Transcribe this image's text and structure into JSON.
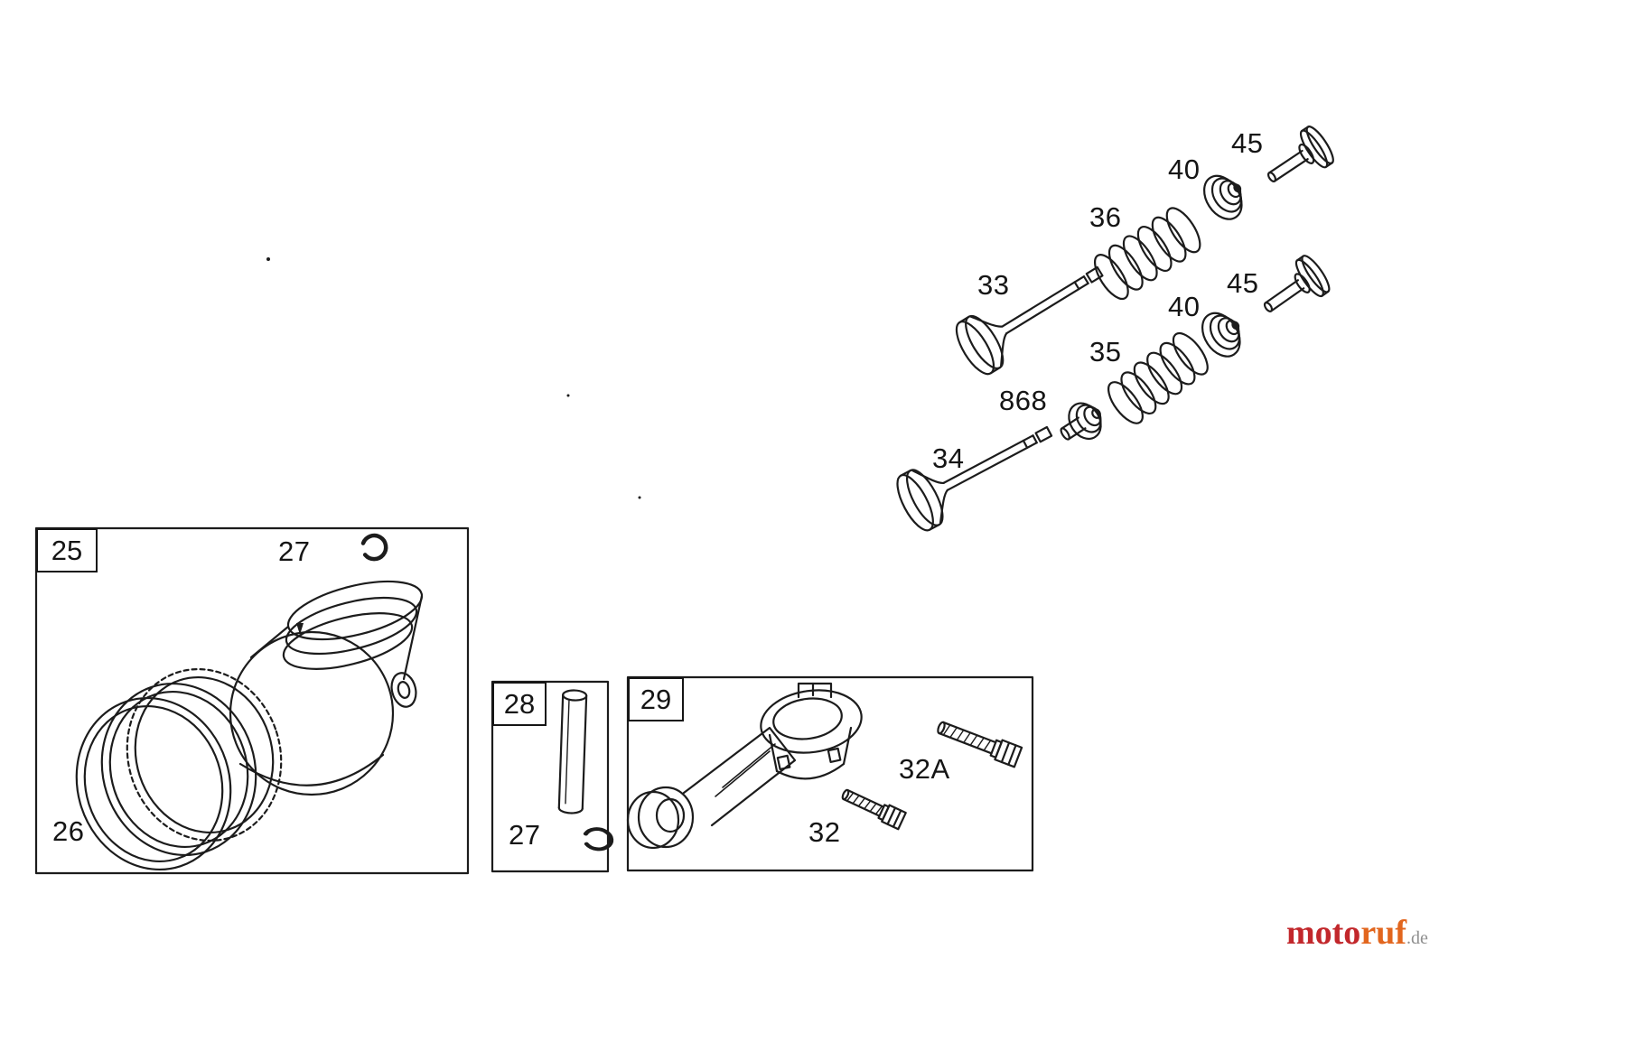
{
  "page": {
    "background_color": "#ffffff",
    "ink_color": "#151515"
  },
  "callouts": {
    "group25": "25",
    "rings": "26",
    "clip_piston": "27",
    "group28": "28",
    "clip_pin": "27",
    "group29": "29",
    "bolt": "32",
    "bolt_alt": "32A",
    "valve_intake": "33",
    "valve_exhaust": "34",
    "spring_exhaust": "35",
    "spring_intake": "36",
    "retainer_intake": "40",
    "retainer_exhaust": "40",
    "cap_intake": "45",
    "cap_exhaust": "45",
    "seal": "868"
  },
  "watermark": {
    "brand_left": "moto",
    "brand_right": "ruf",
    "suffix": ".de",
    "color_left": "#c2272b",
    "color_right": "#e2661e",
    "color_suffix": "#8f8f8f"
  }
}
